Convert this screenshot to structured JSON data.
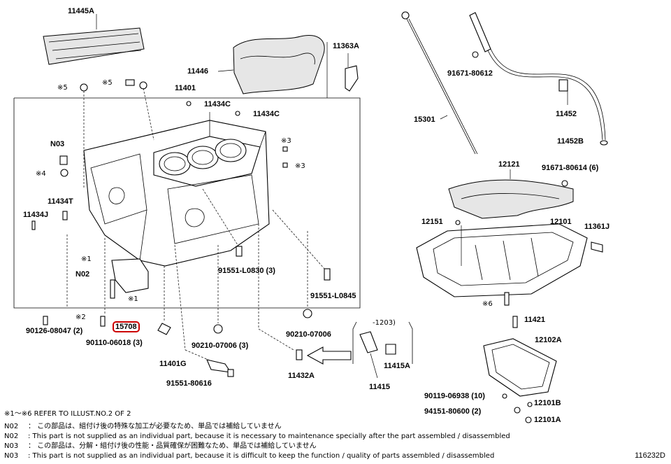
{
  "labels": {
    "p11445A": "11445A",
    "p11446": "11446",
    "p11401": "11401",
    "p11434C_1": "11434C",
    "p11434C_2": "11434C",
    "p11363A": "11363A",
    "p91671_80612": "91671-80612",
    "p15301": "15301",
    "p11452": "11452",
    "p11452B": "11452B",
    "pN03": "N03",
    "p11434T": "11434T",
    "p11434J": "11434J",
    "pN02": "N02",
    "p12121": "12121",
    "p91671_80614": "91671-80614 (6)",
    "p12151": "12151",
    "p12101": "12101",
    "p11361J": "11361J",
    "p91551_L0830": "91551-L0830 (3)",
    "p91551_L0845": "91551-L0845",
    "p90126_08047": "90126-08047 (2)",
    "p15708": "15708",
    "p90110_06018": "90110-06018 (3)",
    "p90210_07006_3": "90210-07006 (3)",
    "p90210_07006": "90210-07006",
    "p12031": "-1203)",
    "p11421": "11421",
    "p12102A": "12102A",
    "p11401G": "11401G",
    "p91551_80616": "91551-80616",
    "p11432A": "11432A",
    "p11415A": "11415A",
    "p11415": "11415",
    "p90119_06938": "90119-06938 (10)",
    "p94151_80600": "94151-80600 (2)",
    "p12101B": "12101B",
    "p12101A": "12101A"
  },
  "refs": {
    "r5a": "※5",
    "r5b": "※5",
    "r4": "※4",
    "r3a": "※3",
    "r3b": "※3",
    "r1a": "※1",
    "r1b": "※1",
    "r2": "※2",
    "r6": "※6"
  },
  "notes": {
    "refer": "※1～※6  REFER TO ILLUST.NO.2 OF 2",
    "n02_code": "N02",
    "n02_jp": "： この部品は、組付け後の特殊な加工が必要なため、単品では補給していません",
    "n02_en": ": This part is not supplied as an individual part, because it is necessary to maintenance specially after the part assembled / disassembled",
    "n03_code": "N03",
    "n03_jp": "： この部品は、分解・組付け後の性能・品質確保が困難なため、単品では補給していません",
    "n03_en": ": This part is not supplied as an individual part, because it is difficult to keep the function / quality of parts  assembled / disassembled"
  },
  "diagram_code": "116232D"
}
